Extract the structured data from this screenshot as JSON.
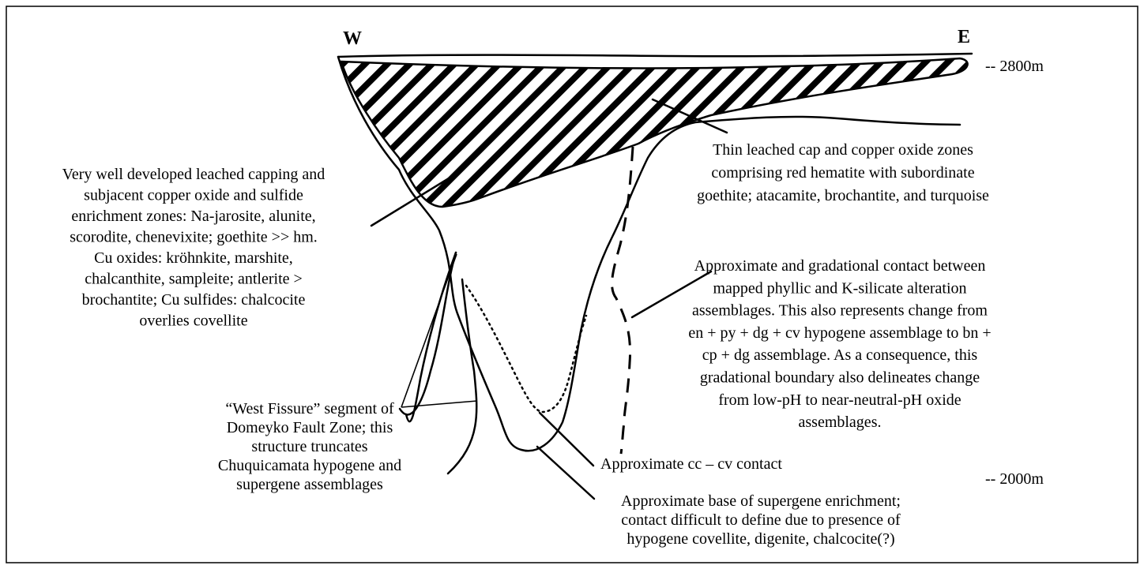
{
  "directions": {
    "west": "W",
    "east": "E"
  },
  "elevations": {
    "top": "-- 2800m",
    "bottom": "-- 2000m"
  },
  "annotations": {
    "leached_capping": [
      "Very well developed leached capping and",
      "subjacent copper oxide and sulfide",
      "enrichment zones:  Na-jarosite, alunite,",
      "scorodite, chenevixite; goethite >>  hm.",
      "Cu oxides: kröhnkite, marshite,",
      "chalcanthite, sampleite; antlerite >",
      "brochantite; Cu sulfides: chalcocite",
      "overlies covellite"
    ],
    "thin_cap": [
      "Thin leached cap and copper oxide zones",
      "comprising red hematite with subordinate",
      "goethite; atacamite, brochantite, and turquoise"
    ],
    "contact_phyllic": [
      "Approximate and gradational contact between",
      "mapped phyllic and K-silicate alteration",
      "assemblages. This also represents change from",
      "en + py + dg + cv hypogene assemblage to bn +",
      "cp + dg assemblage. As a consequence, this",
      "gradational boundary also delineates change",
      "from low-pH to near-neutral-pH oxide",
      "assemblages."
    ],
    "west_fissure": [
      "“West Fissure” segment of",
      "Domeyko Fault Zone; this",
      "structure truncates",
      "Chuquicamata hypogene and",
      "supergene assemblages"
    ],
    "cc_cv_contact": [
      "Approximate cc – cv contact"
    ],
    "supergene_base": [
      "Approximate base of supergene enrichment;",
      "contact difficult to define due to presence of",
      "hypogene covellite, digenite, chalcocite(?)"
    ]
  }
}
